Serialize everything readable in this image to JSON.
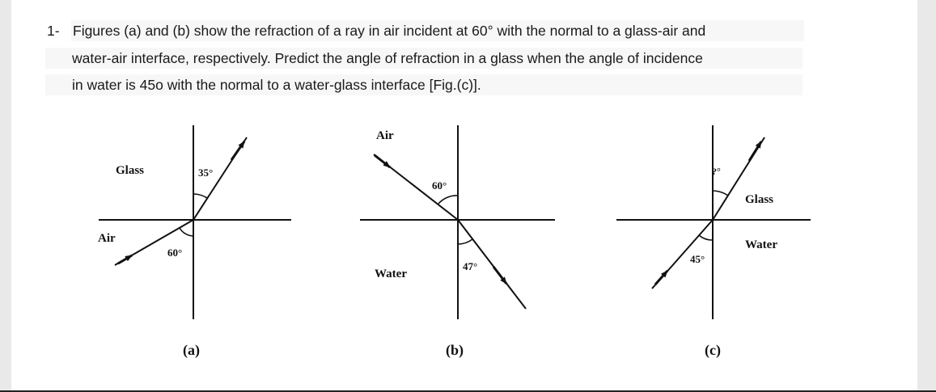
{
  "question": {
    "number": "1-",
    "lines": [
      "Figures (a) and (b) show the refraction of a ray in air incident at 60° with the normal to a glass-air and",
      "water-air interface, respectively. Predict the angle of refraction in a glass when the angle of incidence",
      "in water is 45o with the normal to a water-glass interface [Fig.(c)]."
    ]
  },
  "figures": {
    "a": {
      "caption": "(a)",
      "upper_medium": "Glass",
      "lower_medium": "Air",
      "upper_angle": "35°",
      "lower_angle": "60°"
    },
    "b": {
      "caption": "(b)",
      "upper_medium": "Air",
      "lower_medium": "Water",
      "upper_angle": "60°",
      "lower_angle": "47°"
    },
    "c": {
      "caption": "(c)",
      "upper_medium": "Glass",
      "lower_medium": "Water",
      "upper_angle": "?°",
      "lower_angle": "45°"
    }
  }
}
